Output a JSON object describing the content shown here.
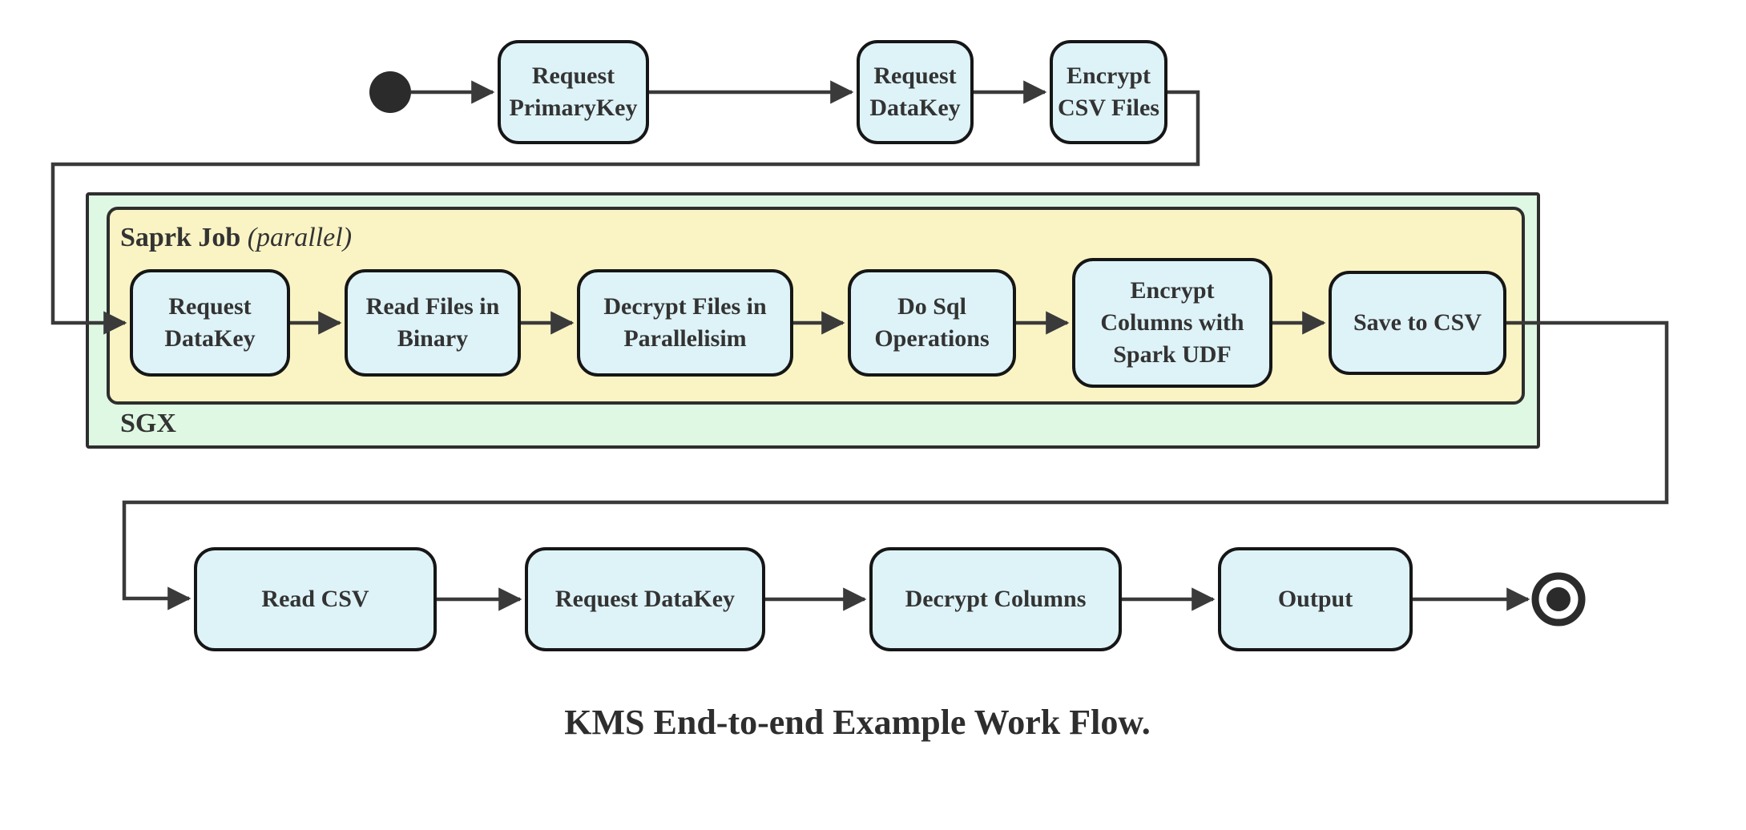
{
  "diagram": {
    "caption": "KMS End-to-end Example Work Flow.",
    "sgx_label": "SGX",
    "spark_title": "Saprk Job",
    "spark_subtitle": "(parallel)",
    "top_row": [
      {
        "label": "Request\nPrimaryKey"
      },
      {
        "label": "Request\nDataKey"
      },
      {
        "label": "Encrypt\nCSV Files"
      }
    ],
    "spark_row": [
      {
        "label": "Request\nDataKey"
      },
      {
        "label": "Read Files in\nBinary"
      },
      {
        "label": "Decrypt Files in\nParallelisim"
      },
      {
        "label": "Do Sql\nOperations"
      },
      {
        "label": "Encrypt\nColumns with\nSpark UDF"
      },
      {
        "label": "Save to CSV"
      }
    ],
    "bottom_row": [
      {
        "label": "Read CSV"
      },
      {
        "label": "Request DataKey"
      },
      {
        "label": "Decrypt Columns"
      },
      {
        "label": "Output"
      }
    ],
    "markers": {
      "start": "filled-circle",
      "end": "ring-with-dot"
    }
  },
  "colors": {
    "node_fill": "#def3f8",
    "node_border": "#161616",
    "sgx_fill": "#dff8e3",
    "spark_fill": "#faf4c5",
    "container_border": "#2e2e2e",
    "line": "#3a3a3a",
    "text": "#333333"
  }
}
